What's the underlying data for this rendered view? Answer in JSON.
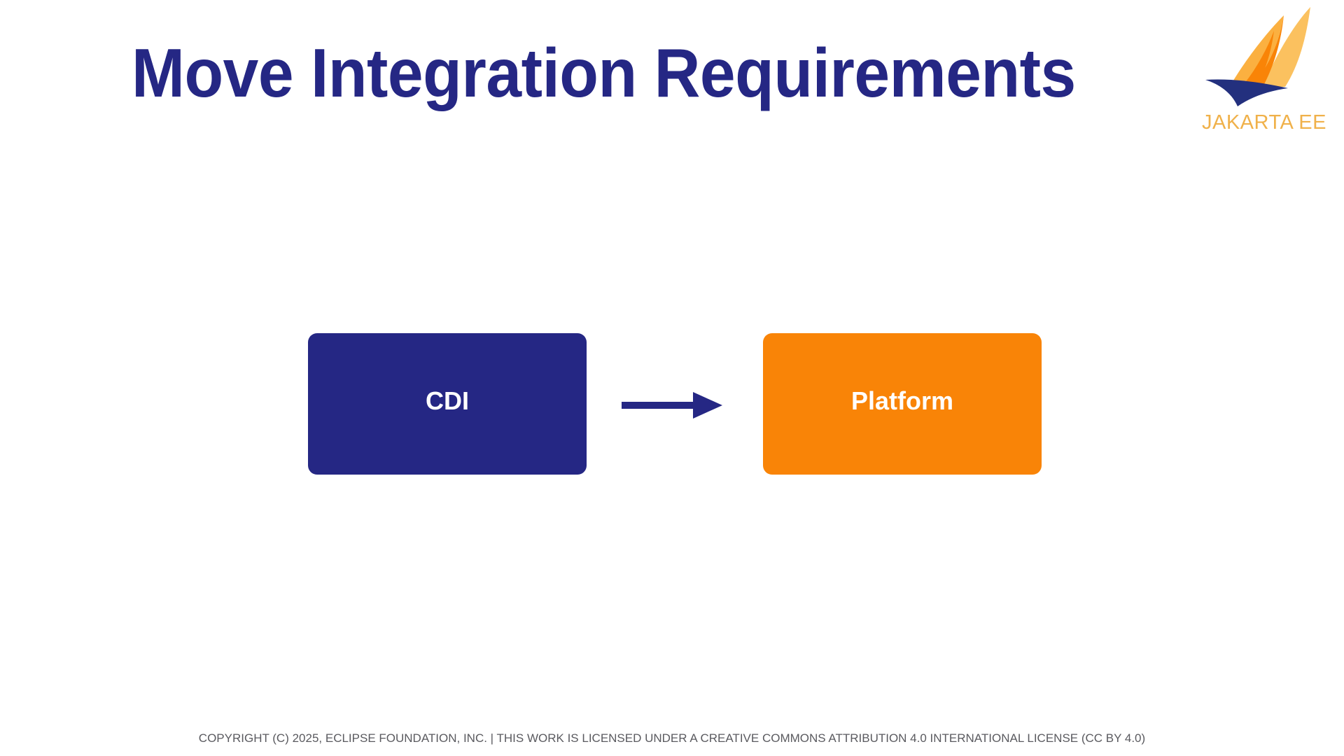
{
  "slide": {
    "title": "Move Integration Requirements",
    "background_color": "#ffffff"
  },
  "brand": {
    "logo_name": "jakarta-ee-logo",
    "wordmark": "JAKARTA EE",
    "navy": "#252784",
    "orange": "#F98407",
    "amber": "#F0B14A",
    "sail_light": "#FBB040",
    "sail_mid": "#F98407",
    "sail_pale": "#FBC15F"
  },
  "diagram": {
    "type": "flow",
    "nodes": [
      {
        "id": "cdi",
        "label": "CDI",
        "fill": "#252784",
        "text_color": "#ffffff"
      },
      {
        "id": "platform",
        "label": "Platform",
        "fill": "#F98407",
        "text_color": "#ffffff"
      }
    ],
    "edges": [
      {
        "id": "cdi-to-platform",
        "from": "cdi",
        "to": "platform",
        "style": "solid-arrow",
        "color": "#252784",
        "label": ""
      }
    ]
  },
  "footer": {
    "copyright": "COPYRIGHT (C) 2025, ECLIPSE FOUNDATION, INC. | THIS WORK IS LICENSED UNDER A CREATIVE COMMONS ATTRIBUTION 4.0 INTERNATIONAL LICENSE (CC BY 4.0)"
  }
}
